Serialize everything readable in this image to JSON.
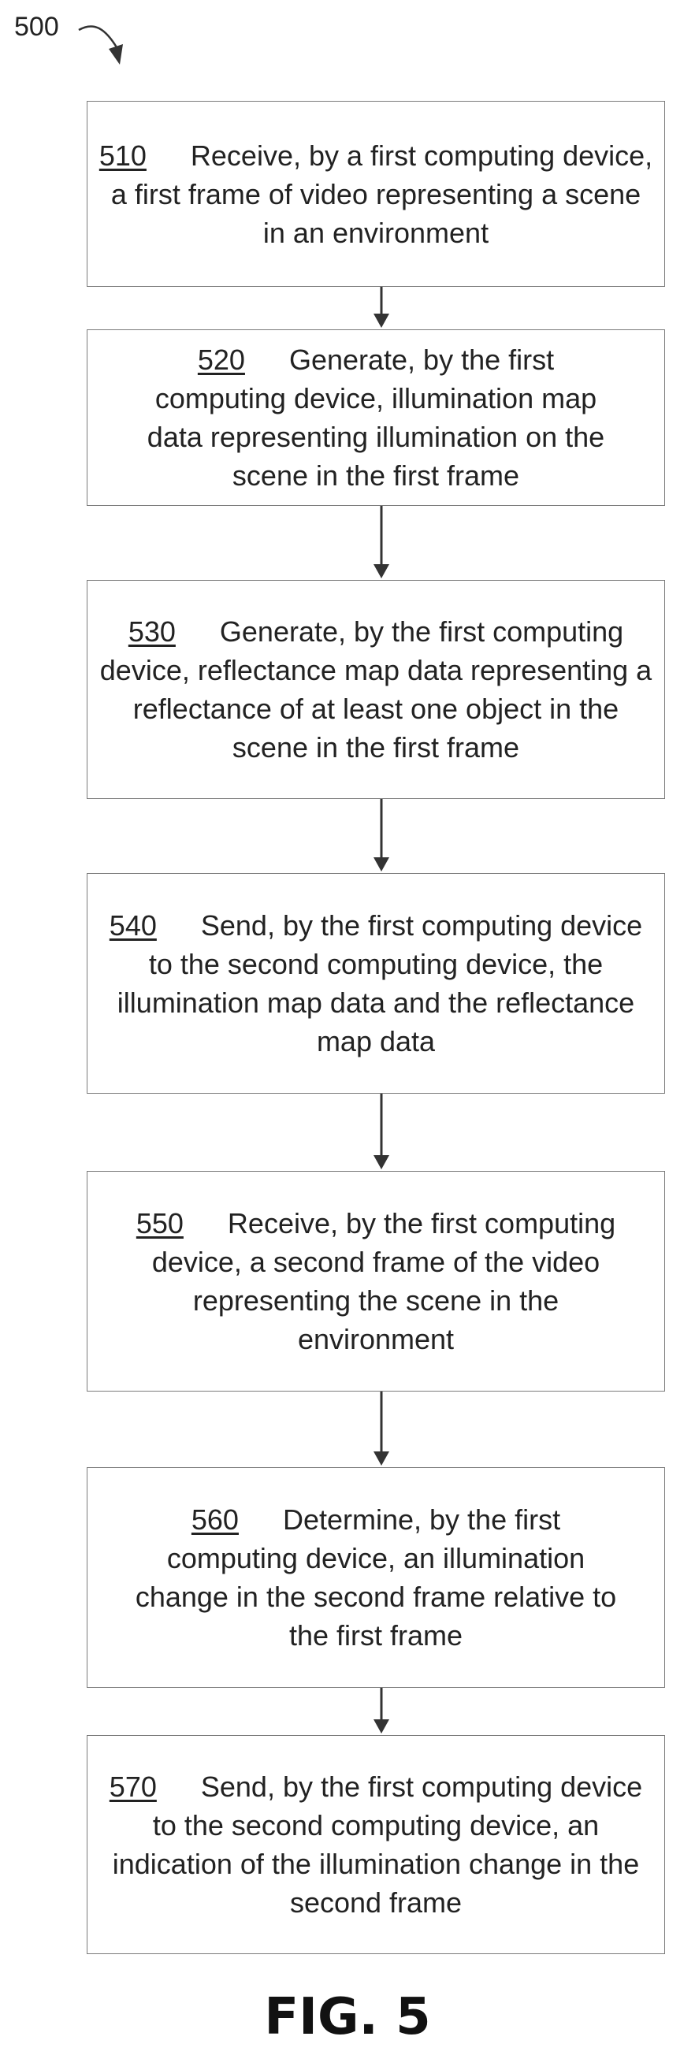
{
  "figure": {
    "reference_numeral": "500",
    "caption": "FIG. 5"
  },
  "steps": [
    {
      "number": "510",
      "text": "Receive, by a first computing device, a first frame of video representing a scene in an environment"
    },
    {
      "number": "520",
      "text": "Generate, by the first computing device, illumination map data representing illumination on the scene in the first frame"
    },
    {
      "number": "530",
      "text": "Generate, by the first computing device, reflectance map data representing a reflectance of at least one object in the scene in the first frame"
    },
    {
      "number": "540",
      "text": "Send, by the first computing device to the second computing device, the illumination map data and the reflectance map data"
    },
    {
      "number": "550",
      "text": "Receive, by the first computing device, a second frame of the video representing the scene in the environment"
    },
    {
      "number": "560",
      "text": "Determine, by the first computing device, an illumination change in the second frame relative to the first frame"
    },
    {
      "number": "570",
      "text": "Send, by the first computing device to the second computing device, an indication of the illumination change in the second frame"
    }
  ]
}
